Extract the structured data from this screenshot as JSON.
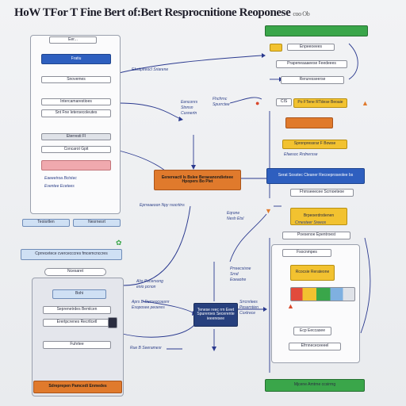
{
  "header": {
    "title": "HoW TFor T Fine Bert of:Bert Resprocnitione Reoponese",
    "subtitle": "coo Ob"
  },
  "left_panel": {
    "tag_top": "Eer...",
    "blue_bar": "Fratiu",
    "blue_row": "Snovemes",
    "rows": [
      "Intercamarestioes",
      "Snt  Fne Ietersecoleutes",
      "Eterresti Fl"
    ],
    "field_row": "Concarot  Gpit",
    "pink_bar": "",
    "lines": [
      "Eaeeetroa Bctstec",
      "Eventee Ecetees"
    ],
    "footer_left": "Teoisrtlen",
    "footer_right": "Nesrnesrt",
    "bottom_bar": "Cprrecetece cvercecccres  fmcemcnccres"
  },
  "left_bottom_panel": {
    "oval": "Ncesaret",
    "row1": "Bohi",
    "row2": "Seprenetrdes Bemlcen",
    "row3": "Erertpcrenes Recrtlcetl",
    "row4": "Fuhrtee",
    "orange_footer": "Sdreprepen Pamcedi Enmedes"
  },
  "center": {
    "orange_box": "Eenereactl Is Bslee Beraeanondieteee Hpopers Bo Plet",
    "top_note": [
      "Eenconrs",
      "Stnnsn",
      "Cusnertn"
    ],
    "left_note": "Ebstiplreocl Sriarene",
    "right_note": [
      "Fhcfrrnc",
      "Spurrctee"
    ],
    "mid_note": "Eprreaeoon Npy rsocrtins",
    "label_a": [
      "Alsr Pecersong",
      "enio pcnon"
    ],
    "label_b": [
      "Aprs B Demeocoasnr",
      "Esoposee peoeres"
    ],
    "label_c": "Rue B Seeramesr",
    "navy_box": "Tenese reec rrn Eeet Spureroes Secerente ieeeresee",
    "mid_right_note": [
      "Srrcnrlees",
      "Peserntien",
      "Coxtrece"
    ],
    "proc_note": [
      "Prreecsisne",
      "Srnd",
      "Eoeaotre"
    ],
    "eqn_note": [
      "Eqrone",
      "Nesh Etsl"
    ]
  },
  "right_panel": {
    "green_bar": "",
    "tag_top": "Enpeeoeees",
    "row1": "Prapeneaaaeese Feedeees",
    "row2": "Reruresseerse",
    "yellow1": "Po  FTene RTdese Beoaie",
    "yellow1_prefix": "CIS",
    "orange_small": "",
    "yellow2": "Spronpressrar F Bowse",
    "sub1": "Efaesoc Rrdnersse",
    "blue_box": "Serat  Sosstec Cleaner Recoeproseolee bs",
    "row3": "Fhrnseeecee Scrnoeteoe",
    "yellow3": "Brpeoerdrstienen",
    "yellow3_note": "Crnesteer Sreeos",
    "row4": "Poesenoe Epentroest",
    "row5": "Fsocnmpes",
    "yellow4": "Rcocsie Rerateone",
    "row6": "Ecp Eeccasee",
    "row7": "Efrnnececeeeel",
    "green_footer": "Mjcene Amtrne ccsirrng"
  },
  "colors": {
    "blue": "#2e5fbf",
    "navy": "#27407e",
    "orange": "#e07a2c",
    "yellow": "#f2c230",
    "green": "#3aa64a",
    "wire": "#2b3a8f"
  }
}
